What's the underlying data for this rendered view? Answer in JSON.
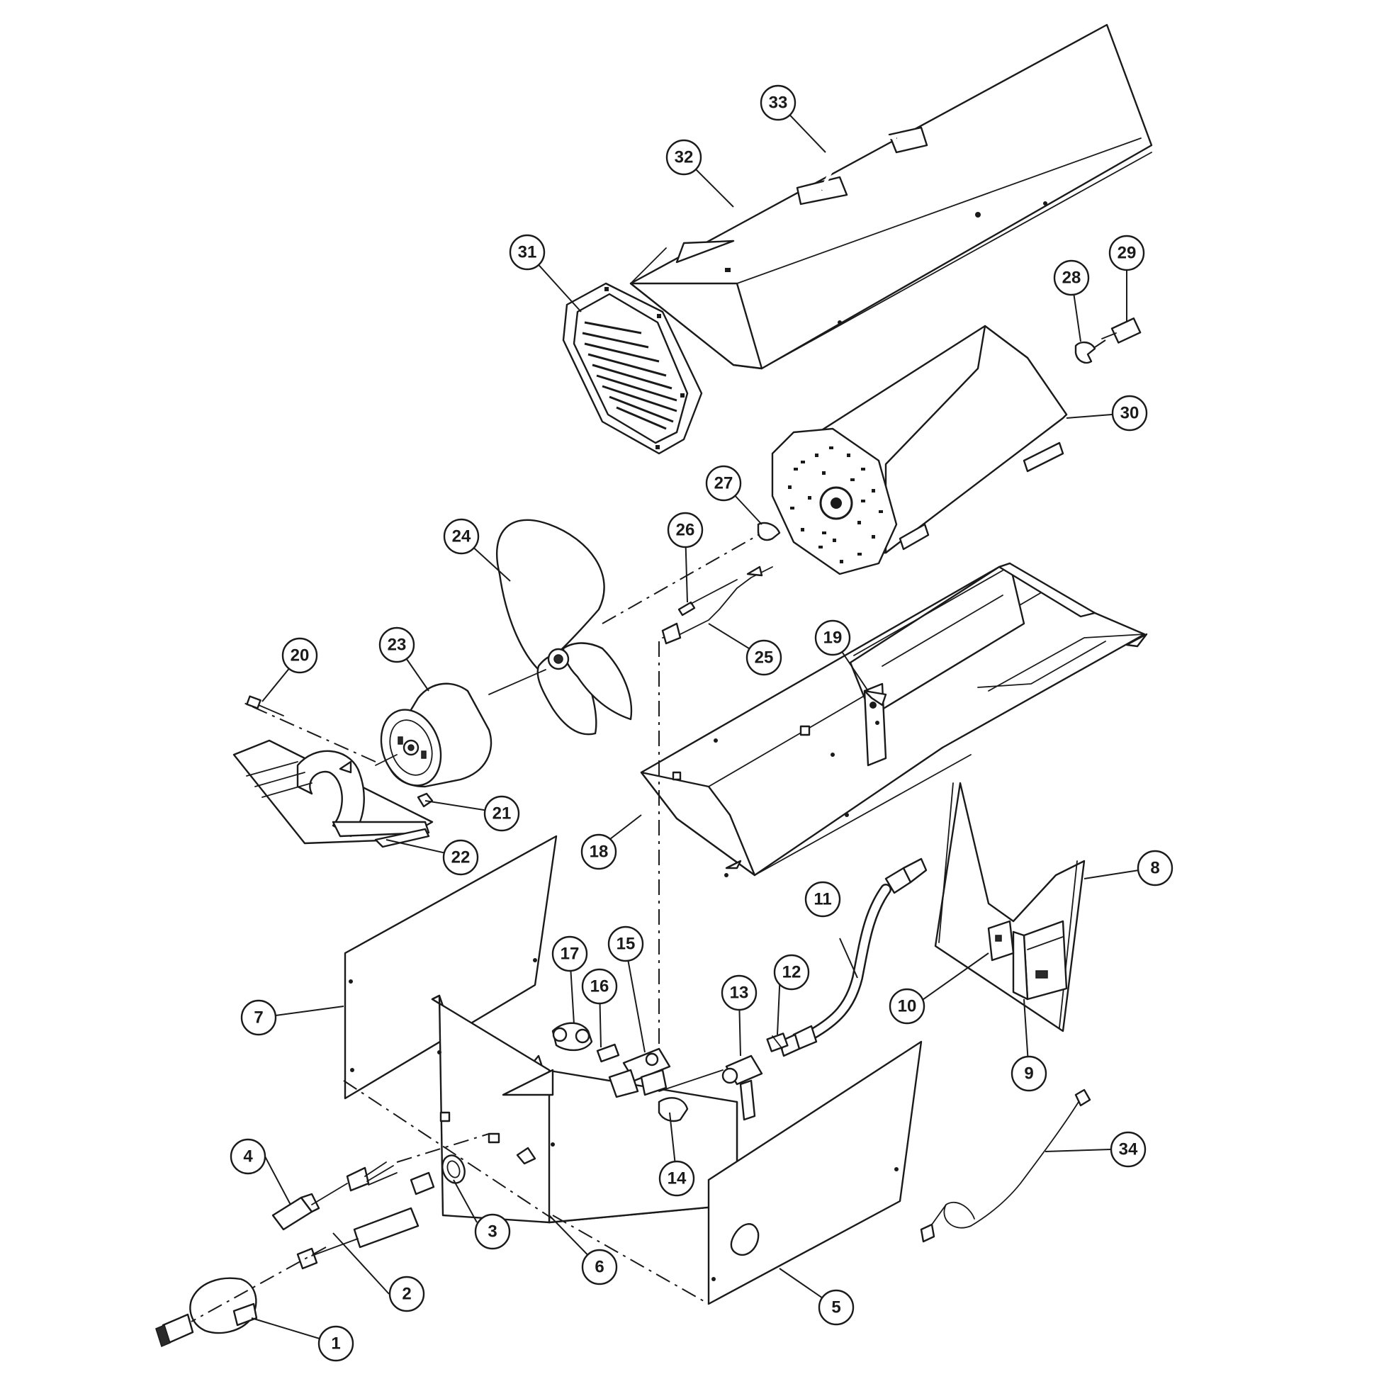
{
  "diagram": {
    "style": {
      "line_color": "#1a1a1a",
      "background": "#ffffff"
    },
    "callouts": [
      {
        "id": "1",
        "label": "1"
      },
      {
        "id": "2",
        "label": "2"
      },
      {
        "id": "3",
        "label": "3"
      },
      {
        "id": "4",
        "label": "4"
      },
      {
        "id": "5",
        "label": "5"
      },
      {
        "id": "6",
        "label": "6"
      },
      {
        "id": "7",
        "label": "7"
      },
      {
        "id": "8",
        "label": "8"
      },
      {
        "id": "9",
        "label": "9"
      },
      {
        "id": "10",
        "label": "10"
      },
      {
        "id": "11",
        "label": "11"
      },
      {
        "id": "12",
        "label": "12"
      },
      {
        "id": "13",
        "label": "13"
      },
      {
        "id": "14",
        "label": "14"
      },
      {
        "id": "15",
        "label": "15"
      },
      {
        "id": "16",
        "label": "16"
      },
      {
        "id": "17",
        "label": "17"
      },
      {
        "id": "18",
        "label": "18"
      },
      {
        "id": "19",
        "label": "19"
      },
      {
        "id": "20",
        "label": "20"
      },
      {
        "id": "21",
        "label": "21"
      },
      {
        "id": "22",
        "label": "22"
      },
      {
        "id": "23",
        "label": "23"
      },
      {
        "id": "24",
        "label": "24"
      },
      {
        "id": "25",
        "label": "25"
      },
      {
        "id": "26",
        "label": "26"
      },
      {
        "id": "27",
        "label": "27"
      },
      {
        "id": "28",
        "label": "28"
      },
      {
        "id": "29",
        "label": "29"
      },
      {
        "id": "30",
        "label": "30"
      },
      {
        "id": "31",
        "label": "31"
      },
      {
        "id": "32",
        "label": "32"
      },
      {
        "id": "33",
        "label": "33"
      },
      {
        "id": "34",
        "label": "34"
      }
    ]
  }
}
